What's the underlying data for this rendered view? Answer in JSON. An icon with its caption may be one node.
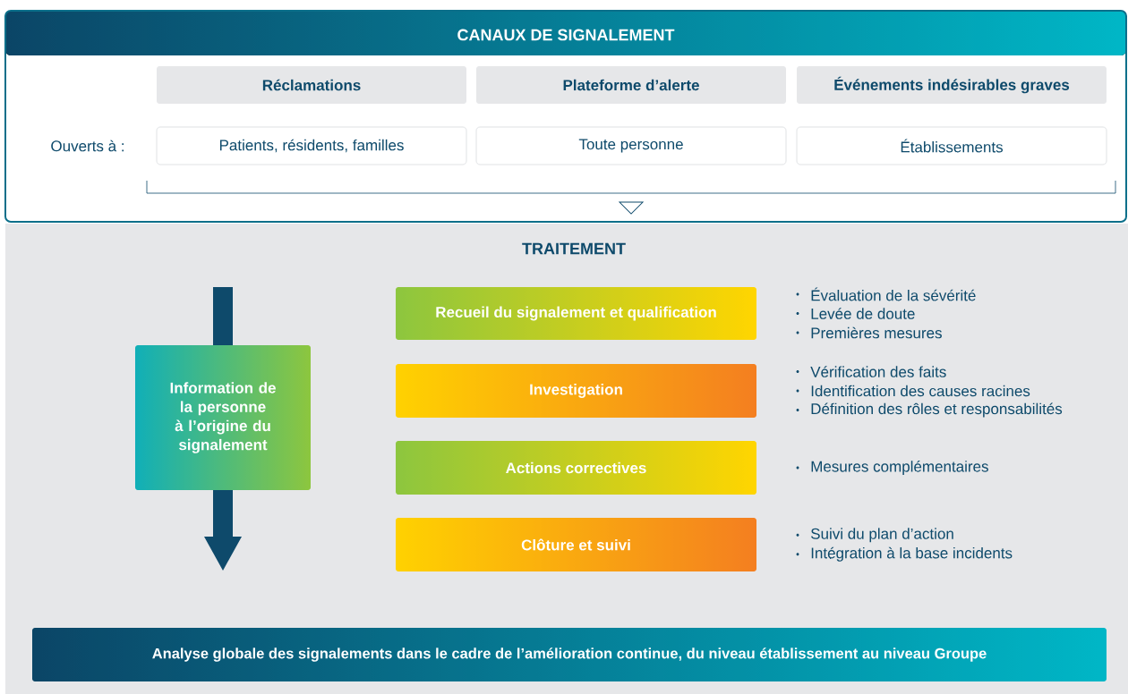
{
  "diagram": {
    "nodes": [
      {
        "text": [
          "CANAUX DE SIGNALEMENT"
        ]
      },
      {
        "text": [
          "Réclamations"
        ],
        "in": 0
      },
      {
        "text": [
          "Plateforme d’alerte"
        ],
        "in": 0
      },
      {
        "text": [
          "Événements indésirables graves"
        ],
        "in": 0
      },
      {
        "text": [
          "Patients, résidents, familles"
        ],
        "in": 0
      },
      {
        "text": [
          "Toute personne"
        ],
        "in": 0
      },
      {
        "text": [
          "Établissements"
        ],
        "in": 0
      },
      {
        "text": [
          "TRAITEMENT"
        ]
      },
      {
        "text": [
          "Information de la personne à l’origine du signalement"
        ],
        "in": 7
      },
      {
        "text": [
          "Recueil du signalement et qualification"
        ],
        "in": 7,
        "beside": [
          "Évaluation de la sévérité",
          "Levée de doute",
          "Premières mesures"
        ]
      },
      {
        "text": [
          "Investigation"
        ],
        "in": 7,
        "beside": [
          "Vérification des faits",
          "Identification des causes racines",
          "Définition des rôles et responsabilités"
        ]
      },
      {
        "text": [
          "Actions correctives"
        ],
        "in": 7
      },
      {
        "text": [
          "Clôture et suivi"
        ],
        "in": 7,
        "beside": [
          "Suivi du plan d’action",
          "Intégration à la base incidents"
        ]
      },
      {
        "text": [
          "Analyse globale des signalements dans le cadre de l’amélioration continue, du niveau établissement au niveau Groupe"
        ],
        "in": 7
      }
    ],
    "labels": [
      "Ouverts à :",
      "Mesures complémentaires"
    ]
  }
}
